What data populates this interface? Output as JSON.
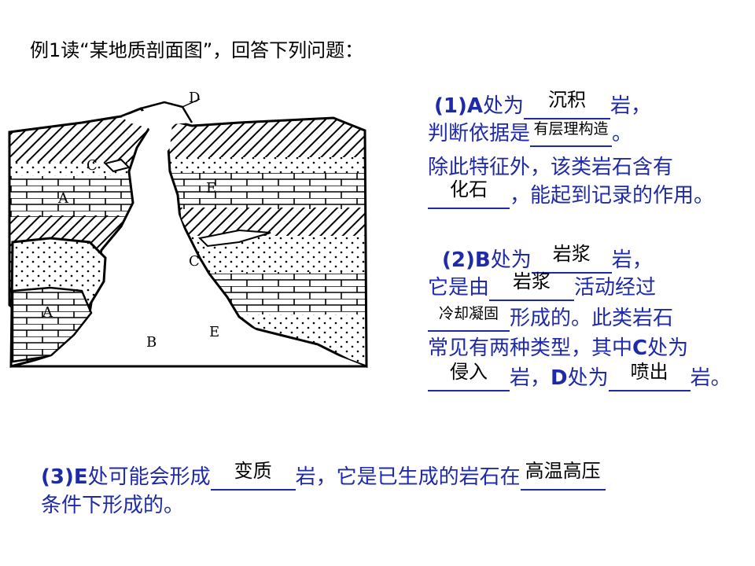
{
  "title": "例1读“某地质剖面图”，回答下列问题：",
  "figure": {
    "labels": {
      "A1": "A",
      "A2": "A",
      "B": "B",
      "C1": "C",
      "C2": "C",
      "D": "D",
      "E1": "E",
      "E2": "E"
    }
  },
  "q1": {
    "line1_prefix": "(1)A",
    "line1_text": "处为",
    "line1_answer": "沉积",
    "line1_suffix": "岩，",
    "line2_text": "判断依据是",
    "line2_answer": "有层理构造",
    "line2_suffix": "。",
    "line3_text": "除此特征外，该类岩石含有",
    "line4_answer": "化石",
    "line4_suffix": "，能起到记录的作用。"
  },
  "q2": {
    "line1_prefix": "(2)B",
    "line1_text": "处为",
    "line1_answer": "岩浆",
    "line1_suffix": "岩，",
    "line2_text": "它是由",
    "line2_answer": "岩浆",
    "line2_suffix": "活动经过",
    "line3_answer": "冷却凝固",
    "line3_suffix": "形成的。此类岩石",
    "line4_text": "常见有两种类型，其中",
    "line4_bold": "C",
    "line4_suffix": "处为",
    "line5_answer": "侵入",
    "line5_mid": "岩，",
    "line5_bold": "D",
    "line5_text": "处为",
    "line5_answer2": "喷出",
    "line5_suffix": "岩。"
  },
  "q3": {
    "line1_prefix": "(3)E",
    "line1_text": "处可能会形成",
    "line1_answer": "变质",
    "line1_mid": "岩，它是已生成的岩石在",
    "line1_answer2": "高温高压",
    "line2_text": "条件下形成的。"
  }
}
